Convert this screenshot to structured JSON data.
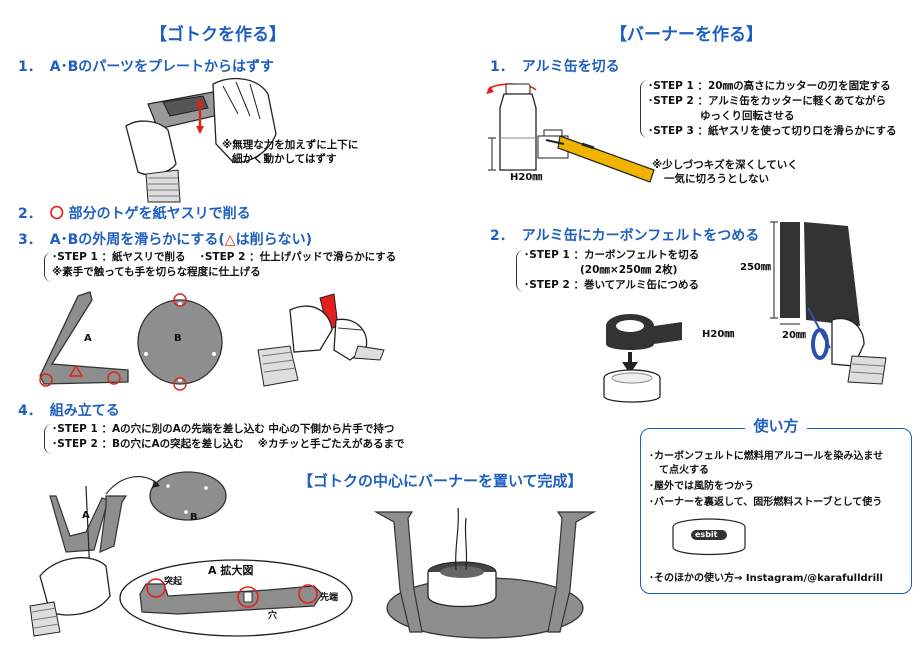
{
  "left": {
    "title": "【ゴトクを作る】",
    "step1": {
      "num": "1．",
      "label": "A･Bのパーツをプレートからはずす",
      "note1": "※無理な力を加えずに上下に",
      "note2": "細かく動かしてはずす"
    },
    "step2": {
      "num": "2．",
      "mark": "〇",
      "label": " 部分のトゲを紙ヤスリで削る"
    },
    "step3": {
      "num": "3．",
      "label_a": "A･Bの外周を滑らかにする(",
      "mark": "△",
      "label_b": "は削らない)",
      "line1": "･STEP 1 ：紙ヤスリで削る　 ･STEP 2 ：仕上げパッドで滑らかにする",
      "line2": "※素手で触っても手を切らな程度に仕上げる",
      "part_a": "A",
      "part_b": "B"
    },
    "step4": {
      "num": "4．",
      "label": "組み立てる",
      "line1": "･STEP 1 ：Aの穴に別のAの先端を差し込む  中心の下側から片手で持つ",
      "line2": "･STEP 2 ：Bの穴にAの突起を差し込む　 ※カチッと手ごたえがあるまで",
      "part_a": "A",
      "part_b": "B",
      "zoom_title": "A 拡大図",
      "protrusion": "突起",
      "hole": "穴",
      "tip": "先端"
    }
  },
  "right": {
    "title": "【バーナーを作る】",
    "step1": {
      "num": "1．",
      "label": "アルミ缶を切る",
      "line1": "･STEP 1 ：20㎜の高さにカッターの刃を固定する",
      "line2": "･STEP 2 ：アルミ缶をカッターに軽くあてながら",
      "line2b": "ゆっくり回転させる",
      "line3": "･STEP 3 ：紙ヤスリを使って切り口を滑らかにする",
      "note1": "※少しづつキズを深くしていく",
      "note2": "一気に切ろうとしない",
      "height": "H20㎜"
    },
    "step2": {
      "num": "2．",
      "label": "アルミ缶にカーボンフェルトをつめる",
      "line1": "･STEP 1 ：カーボンフェルトを切る",
      "line1b": "(20㎜×250㎜ 2枚)",
      "line2": "･STEP 2 ：巻いてアルミ缶につめる",
      "height": "H20㎜",
      "len": "250㎜",
      "width": "20㎜"
    }
  },
  "complete": "【ゴトクの中心にバーナーを置いて完成】",
  "usage": {
    "title": "使い方",
    "item1a": "･カーボンフェルトに燃料用アルコールを染み込ませ",
    "item1b": "て点火する",
    "item2": "･屋外では風防をつかう",
    "item3": "･バーナーを裏返して、固形燃料ストーブとして使う",
    "brand": "esbit",
    "other": "･そのほかの使い方→  Instagram/@karafulldrill"
  },
  "colors": {
    "accent": "#1f5fbf",
    "alert": "#e0201b",
    "blade": "#f0b400"
  }
}
